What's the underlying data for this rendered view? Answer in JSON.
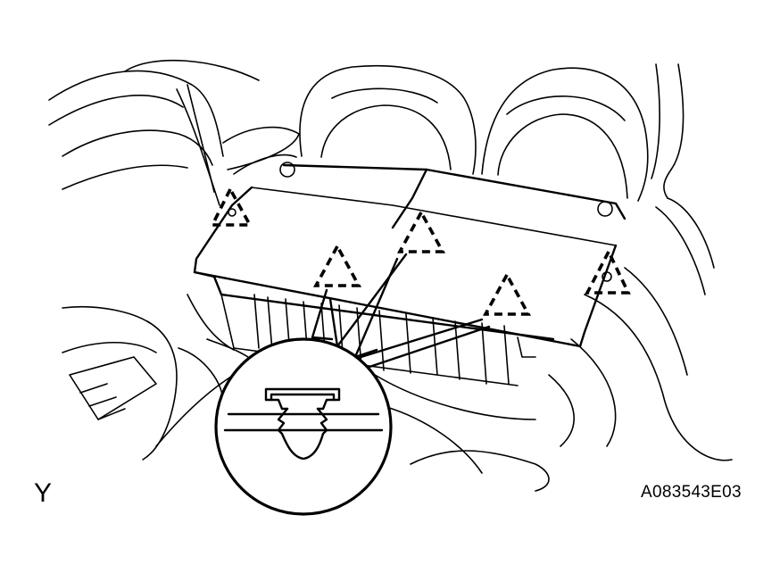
{
  "diagram": {
    "corner_letter": "Y",
    "figure_code": "A083543E03",
    "markers": [
      {
        "name": "clip-marker-left-seat"
      },
      {
        "name": "clip-marker-center-seat"
      },
      {
        "name": "clip-marker-cover-left"
      },
      {
        "name": "clip-marker-cover-right"
      },
      {
        "name": "clip-marker-right-seat"
      }
    ],
    "detail_view": {
      "subject": "clip-detail"
    }
  }
}
